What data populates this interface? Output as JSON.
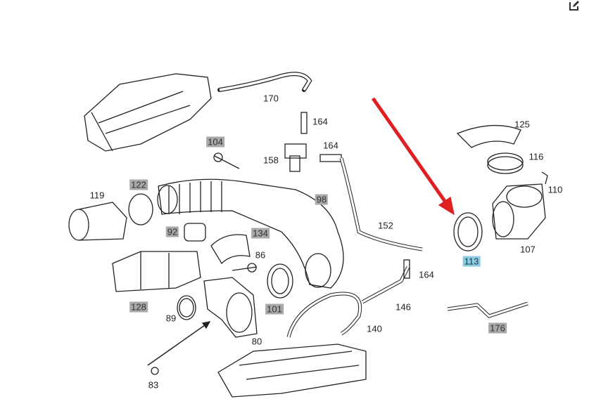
{
  "diagram": {
    "labels": [
      {
        "text": "170",
        "style": "plain"
      },
      {
        "text": "164",
        "style": "plain"
      },
      {
        "text": "104",
        "style": "gray"
      },
      {
        "text": "158",
        "style": "plain"
      },
      {
        "text": "164",
        "style": "plain"
      },
      {
        "text": "125",
        "style": "plain"
      },
      {
        "text": "116",
        "style": "plain"
      },
      {
        "text": "110",
        "style": "plain"
      },
      {
        "text": "122",
        "style": "gray"
      },
      {
        "text": "119",
        "style": "plain"
      },
      {
        "text": "98",
        "style": "gray"
      },
      {
        "text": "152",
        "style": "plain"
      },
      {
        "text": "92",
        "style": "gray"
      },
      {
        "text": "134",
        "style": "gray"
      },
      {
        "text": "86",
        "style": "plain"
      },
      {
        "text": "113",
        "style": "blue"
      },
      {
        "text": "107",
        "style": "plain"
      },
      {
        "text": "164",
        "style": "plain"
      },
      {
        "text": "128",
        "style": "gray"
      },
      {
        "text": "101",
        "style": "gray"
      },
      {
        "text": "146",
        "style": "plain"
      },
      {
        "text": "89",
        "style": "plain"
      },
      {
        "text": "140",
        "style": "plain"
      },
      {
        "text": "80",
        "style": "plain"
      },
      {
        "text": "176",
        "style": "gray"
      },
      {
        "text": "83",
        "style": "plain"
      }
    ],
    "highlight_color": "#8fcbe0",
    "tag_color": "#a9a9a9",
    "arrow_color": "#e02020",
    "edit_icon": "edit-icon"
  }
}
